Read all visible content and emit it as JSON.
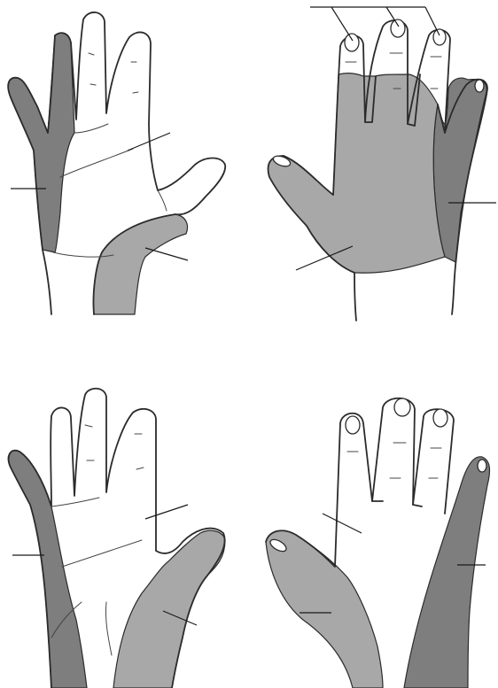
{
  "colors": {
    "background": "#ffffff",
    "skin": "#ffffff",
    "dark_zone": "#7e7e7e",
    "medium_zone": "#a8a8a8",
    "outline": "#2b2b2b"
  },
  "figure": {
    "panels": [
      {
        "view": "palm",
        "hand": "top-left"
      },
      {
        "view": "dorsum",
        "hand": "top-right"
      },
      {
        "view": "palm",
        "hand": "bottom-left"
      },
      {
        "view": "dorsum",
        "hand": "bottom-right"
      }
    ]
  }
}
